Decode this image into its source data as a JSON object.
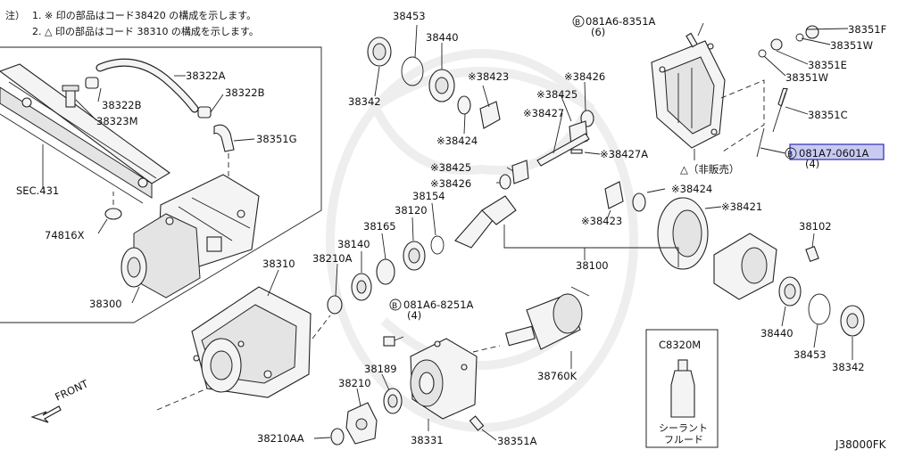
{
  "notes": {
    "prefix": "注）",
    "line1": "1. ※ 印の部品はコード38420 の構成を示します。",
    "line2": "2. △ 印の部品はコード 38310 の構成を示します。"
  },
  "labels": {
    "p38322A": "38322A",
    "p38322B_1": "38322B",
    "p38322B_2": "38322B",
    "p38323M": "38323M",
    "p38351G": "38351G",
    "sec431": "SEC.431",
    "p74816X": "74816X",
    "p38300": "38300",
    "p38453_top": "38453",
    "p38440_top": "38440",
    "p38342_top": "38342",
    "p38423_1": "※38423",
    "p38424_1": "※38424",
    "p38426_1": "※38426",
    "p38425_1": "※38425",
    "p38427": "※38427",
    "p38427A": "※38427A",
    "p38425_2": "※38425",
    "p38426_2": "※38426",
    "p38154": "38154",
    "p38120": "38120",
    "p38165": "38165",
    "p38140": "38140",
    "p38210A": "38210A",
    "p38310": "38310",
    "p38100": "38100",
    "p38424_2": "※38424",
    "p38423_2": "※38423",
    "p38421": "※38421",
    "p38102": "38102",
    "p38440_bot": "38440",
    "p38453_bot": "38453",
    "p38342_bot": "38342",
    "p081A6_8351A": "081A6-8351A",
    "p081A6_8351A_qty": "(6)",
    "p38351F": "38351F",
    "p38351W_1": "38351W",
    "p38351E": "38351E",
    "p38351W_2": "38351W",
    "p38351C": "38351C",
    "p081A7_0601A": "081A7-0601A",
    "p081A7_0601A_qty": "(4)",
    "not_for_sale": "△（非販売）",
    "p081A6_8251A": "081A6-8251A",
    "p081A6_8251A_qty": "(4)",
    "p38760K": "38760K",
    "p38189": "38189",
    "p38210": "38210",
    "p38210AA": "38210AA",
    "p38331": "38331",
    "p38351A": "38351A",
    "bolt_mark": "B",
    "front": "FRONT",
    "diagram_code": "J38000FK"
  },
  "sealant_box": {
    "code": "C8320M",
    "name_line1": "シーラント",
    "name_line2": "フルード"
  },
  "highlight": {
    "part": "081A7-0601A",
    "color": "#c8caf2",
    "border_color": "#3a3ab8"
  }
}
